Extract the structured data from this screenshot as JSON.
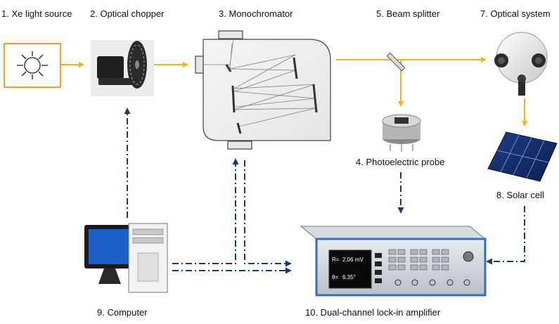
{
  "labels": {
    "xe_light_source": "1. Xe light source",
    "optical_chopper": "2. Optical chopper",
    "monochromator": "3. Monochromator",
    "photoelectric_probe": "4. Photoelectric probe",
    "beam_splitter": "5. Beam splitter",
    "optical_system": "7. Optical system",
    "solar_cell": "8. Solar cell",
    "computer": "9. Computer",
    "lock_in_amplifier": "10. Dual-channel lock-in amplifier"
  },
  "display": {
    "r_label": "R=",
    "r_value": "2.06 mV",
    "theta_label": "θ=",
    "theta_value": "6.35°"
  },
  "colors": {
    "light_beam": "#f5b21a",
    "signal_line": "#1f3864",
    "light_source_border": "#f0a030",
    "amplifier_frame": "#3a6db5"
  }
}
